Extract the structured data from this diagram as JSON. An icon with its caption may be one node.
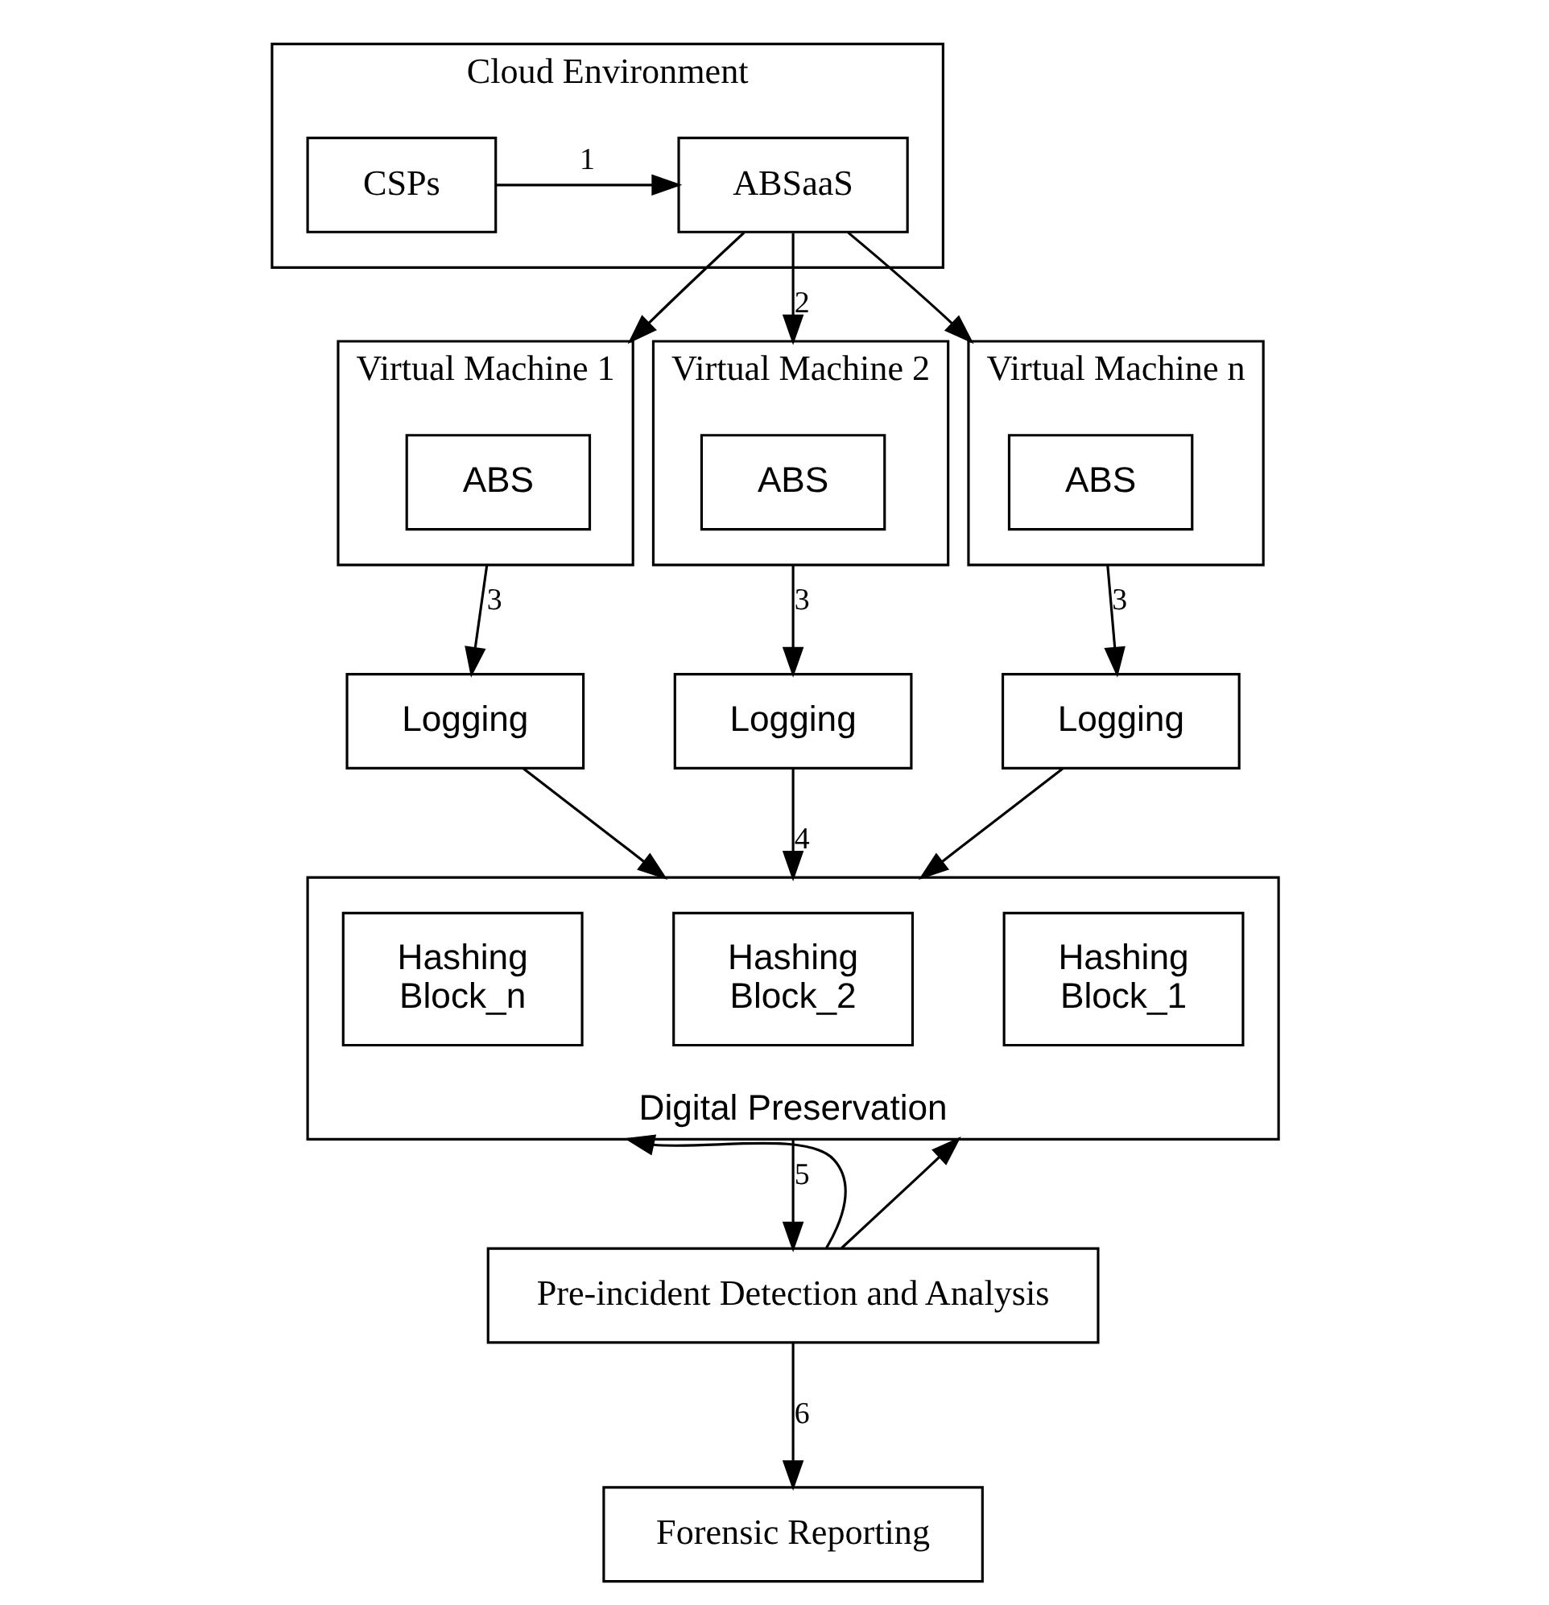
{
  "diagram": {
    "nodes": [
      {
        "text": [
          "Cloud Environment"
        ]
      },
      {
        "text": [
          "CSPs"
        ],
        "in": 0
      },
      {
        "text": [
          "ABSaaS"
        ],
        "in": 0
      },
      {
        "text": [
          "Virtual Machine 1"
        ]
      },
      {
        "text": [
          "ABS"
        ],
        "in": 3
      },
      {
        "text": [
          "Virtual Machine 2"
        ]
      },
      {
        "text": [
          "ABS"
        ],
        "in": 5
      },
      {
        "text": [
          "Virtual Machine n"
        ]
      },
      {
        "text": [
          "ABS"
        ],
        "in": 7
      },
      {
        "text": [
          "Logging"
        ]
      },
      {
        "text": [
          "Logging"
        ]
      },
      {
        "text": [
          "Logging"
        ]
      },
      {
        "text": [
          "Digital Preservation"
        ]
      },
      {
        "text": [
          "Hashing",
          "Block_1"
        ],
        "in": 12
      },
      {
        "text": [
          "Hashing",
          "Block_2"
        ],
        "in": 12
      },
      {
        "text": [
          "Hashing",
          "Block_n"
        ],
        "in": 12
      },
      {
        "text": [
          "Pre-incident Detection and Analysis"
        ]
      },
      {
        "text": [
          "Forensic Reporting"
        ]
      }
    ],
    "edges": [
      {
        "from": 1,
        "to": 2,
        "arrow": "to",
        "label": "1"
      },
      {
        "from": 2,
        "to": 3,
        "arrow": "to"
      },
      {
        "from": 2,
        "to": 5,
        "arrow": "to",
        "label": "2"
      },
      {
        "from": 2,
        "to": 7,
        "arrow": "to"
      },
      {
        "from": 3,
        "to": 9,
        "arrow": "to",
        "label": "3"
      },
      {
        "from": 5,
        "to": 10,
        "arrow": "to",
        "label": "3"
      },
      {
        "from": 7,
        "to": 11,
        "arrow": "to",
        "label": "3"
      },
      {
        "from": 9,
        "to": 12,
        "arrow": "to"
      },
      {
        "from": 10,
        "to": 12,
        "arrow": "to",
        "label": "4"
      },
      {
        "from": 11,
        "to": 12,
        "arrow": "to"
      },
      {
        "from": 12,
        "to": 16,
        "arrow": "to",
        "label": "5"
      },
      {
        "from": 16,
        "to": 12,
        "arrow": "to"
      },
      {
        "from": 16,
        "to": 12,
        "arrow": "to"
      },
      {
        "from": 16,
        "to": 17,
        "arrow": "to",
        "label": "6"
      }
    ]
  }
}
